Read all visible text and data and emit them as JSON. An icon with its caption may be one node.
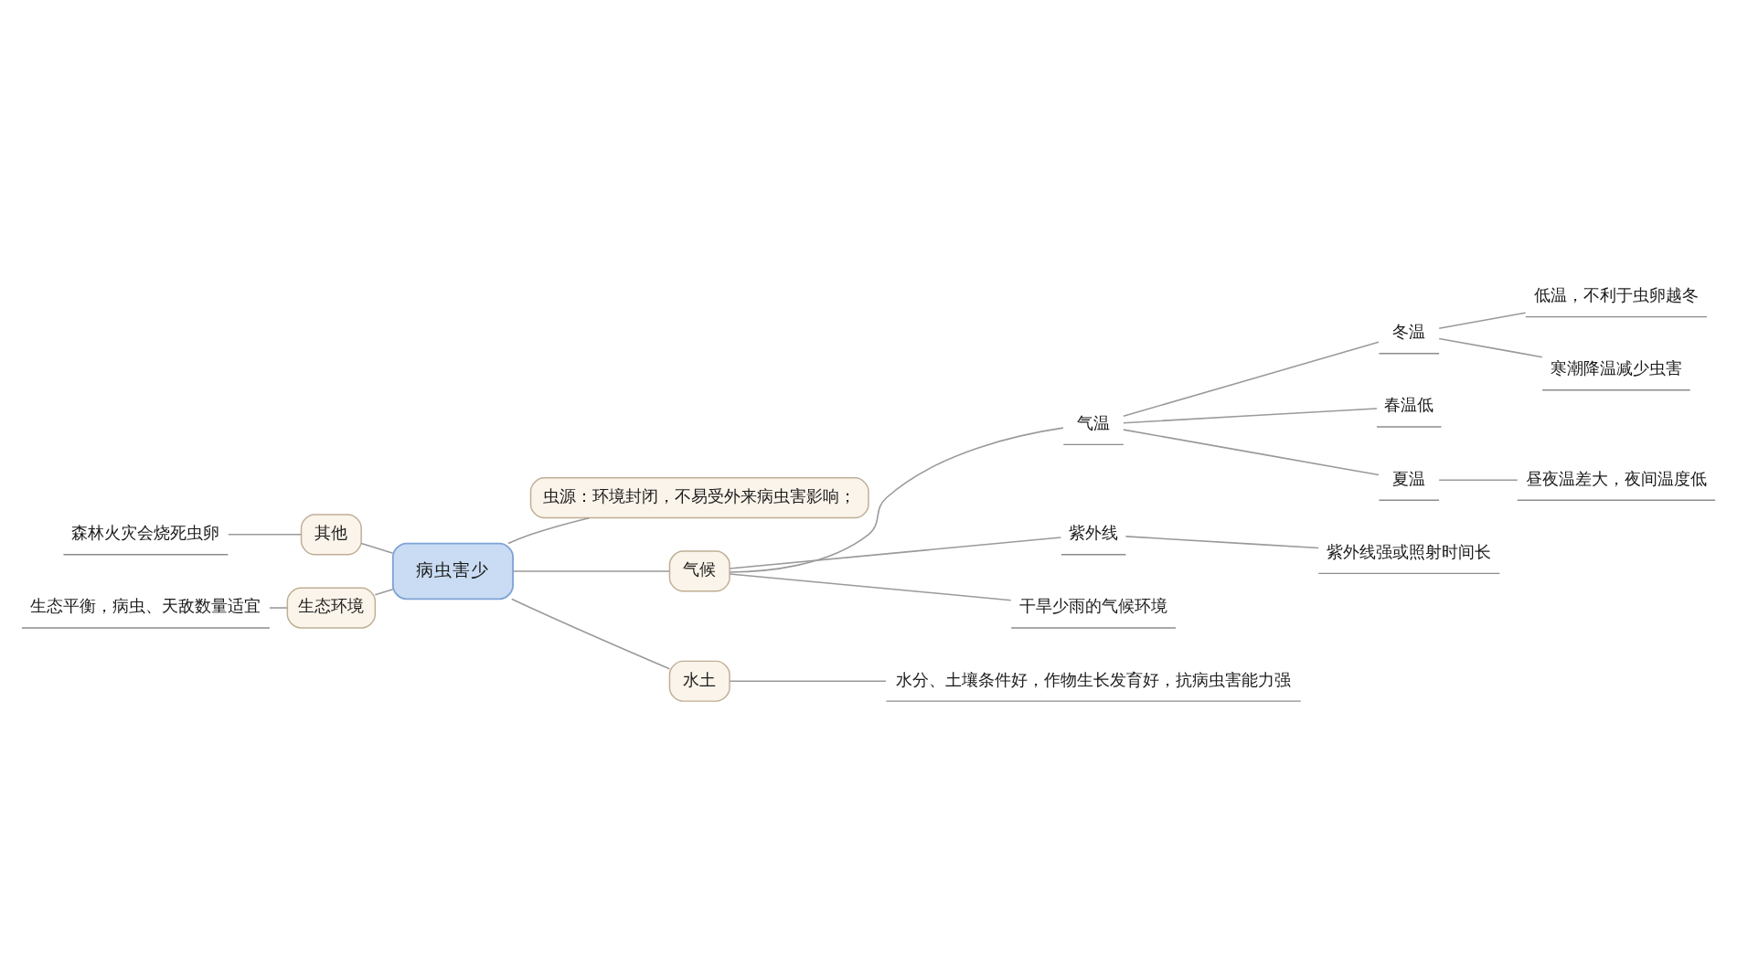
{
  "diagram": {
    "nodes": [
      {
        "text": [
          "病虫害少"
        ]
      },
      {
        "text": [
          "虫源：环境封闭，不易受外来病虫害影响；"
        ]
      },
      {
        "text": [
          "气候"
        ]
      },
      {
        "text": [
          "气温"
        ]
      },
      {
        "text": [
          "冬温"
        ]
      },
      {
        "text": [
          "低温，不利于虫卵越冬"
        ]
      },
      {
        "text": [
          "寒潮降温减少虫害"
        ]
      },
      {
        "text": [
          "春温低"
        ]
      },
      {
        "text": [
          "夏温"
        ]
      },
      {
        "text": [
          "昼夜温差大，夜间温度低"
        ]
      },
      {
        "text": [
          "紫外线"
        ]
      },
      {
        "text": [
          "紫外线强或照射时间长"
        ]
      },
      {
        "text": [
          "干旱少雨的气候环境"
        ]
      },
      {
        "text": [
          "水土"
        ]
      },
      {
        "text": [
          "水分、土壤条件好，作物生长发育好，抗病虫害能力强"
        ]
      },
      {
        "text": [
          "其他"
        ]
      },
      {
        "text": [
          "森林火灾会烧死虫卵"
        ]
      },
      {
        "text": [
          "生态环境"
        ]
      },
      {
        "text": [
          "生态平衡，病虫、天敌数量适宜"
        ]
      }
    ],
    "edges": [
      {
        "from": 0,
        "to": 1,
        "arrow": "none"
      },
      {
        "from": 0,
        "to": 2,
        "arrow": "none"
      },
      {
        "from": 2,
        "to": 3,
        "arrow": "none"
      },
      {
        "from": 3,
        "to": 4,
        "arrow": "none"
      },
      {
        "from": 4,
        "to": 5,
        "arrow": "none"
      },
      {
        "from": 4,
        "to": 6,
        "arrow": "none"
      },
      {
        "from": 3,
        "to": 7,
        "arrow": "none"
      },
      {
        "from": 3,
        "to": 8,
        "arrow": "none"
      },
      {
        "from": 8,
        "to": 9,
        "arrow": "none"
      },
      {
        "from": 2,
        "to": 10,
        "arrow": "none"
      },
      {
        "from": 10,
        "to": 11,
        "arrow": "none"
      },
      {
        "from": 2,
        "to": 12,
        "arrow": "none"
      },
      {
        "from": 0,
        "to": 13,
        "arrow": "none"
      },
      {
        "from": 13,
        "to": 14,
        "arrow": "none"
      },
      {
        "from": 15,
        "to": 0,
        "arrow": "none"
      },
      {
        "from": 16,
        "to": 15,
        "arrow": "none"
      },
      {
        "from": 17,
        "to": 0,
        "arrow": "none"
      },
      {
        "from": 18,
        "to": 17,
        "arrow": "none"
      }
    ]
  }
}
